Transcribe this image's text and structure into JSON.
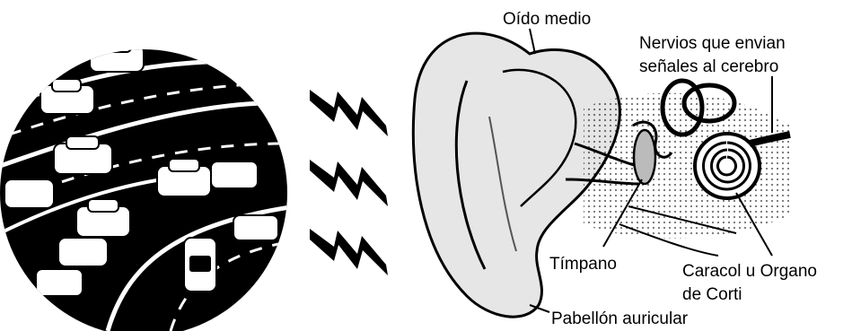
{
  "labels": {
    "middle_ear": "Oído medio",
    "nerves_line1": "Nervios que envian",
    "nerves_line2": "señales al cerebro",
    "eardrum": "Tímpano",
    "cochlea_line1": "Caracol u Organo",
    "cochlea_line2": "de Corti",
    "outer_ear": "Pabellón auricular"
  },
  "colors": {
    "ink": "#000000",
    "road_line": "#ffffff",
    "ear_shade": "#d8d8d8",
    "background": "#ffffff"
  },
  "icons": [
    "traffic-scene",
    "sound-wave-icon",
    "ear-anatomy"
  ]
}
